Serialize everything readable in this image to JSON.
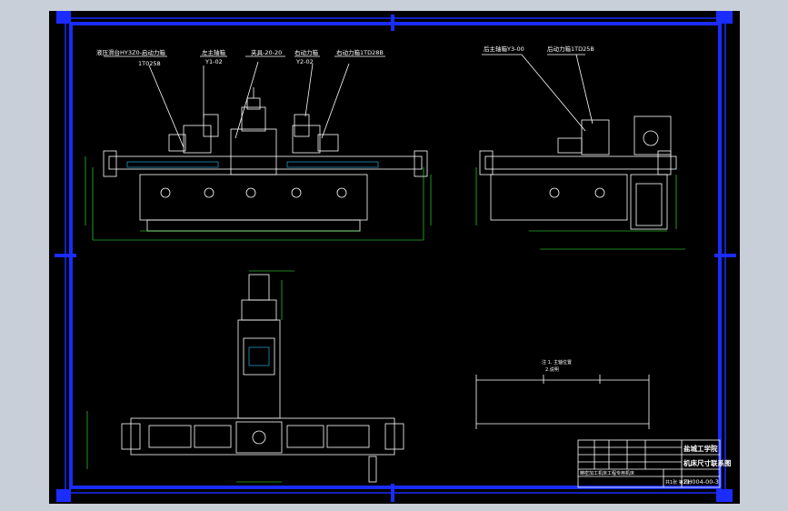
{
  "colors": {
    "background": "#c9cfd8",
    "canvas": "#000000",
    "frame": "#1a2cff",
    "lines": "#ffffff",
    "dim_lines": "#3aff3a",
    "accent": "#2ec5ff"
  },
  "front_view": {
    "labels": {
      "hydraulic_slide": "液压滑台HY3Z0-启动力箱",
      "hydraulic_slide_code": "1T0258",
      "left_spindle_box": "左主轴箱",
      "left_spindle_code": "Y1-02",
      "fixture": "夹具-20-20",
      "right_power": "右动力箱",
      "right_power_code": "Y2-02",
      "right_power_box": "右动力箱1TD28B"
    }
  },
  "side_view": {
    "labels": {
      "rear_spindle": "后主轴箱Y3-00",
      "rear_power": "后动力箱1TD25B"
    }
  },
  "plan_view": {
    "note": "注 1. 主轴位置",
    "note2": "2.说明"
  },
  "title_block": {
    "school": "盐城工学院",
    "drawing_title": "机床尺寸联系图",
    "drawing_no": "ZH004-00-3",
    "row_text": "精密加工机床工程专用机床",
    "sheet_info": "共1张 第1张"
  }
}
